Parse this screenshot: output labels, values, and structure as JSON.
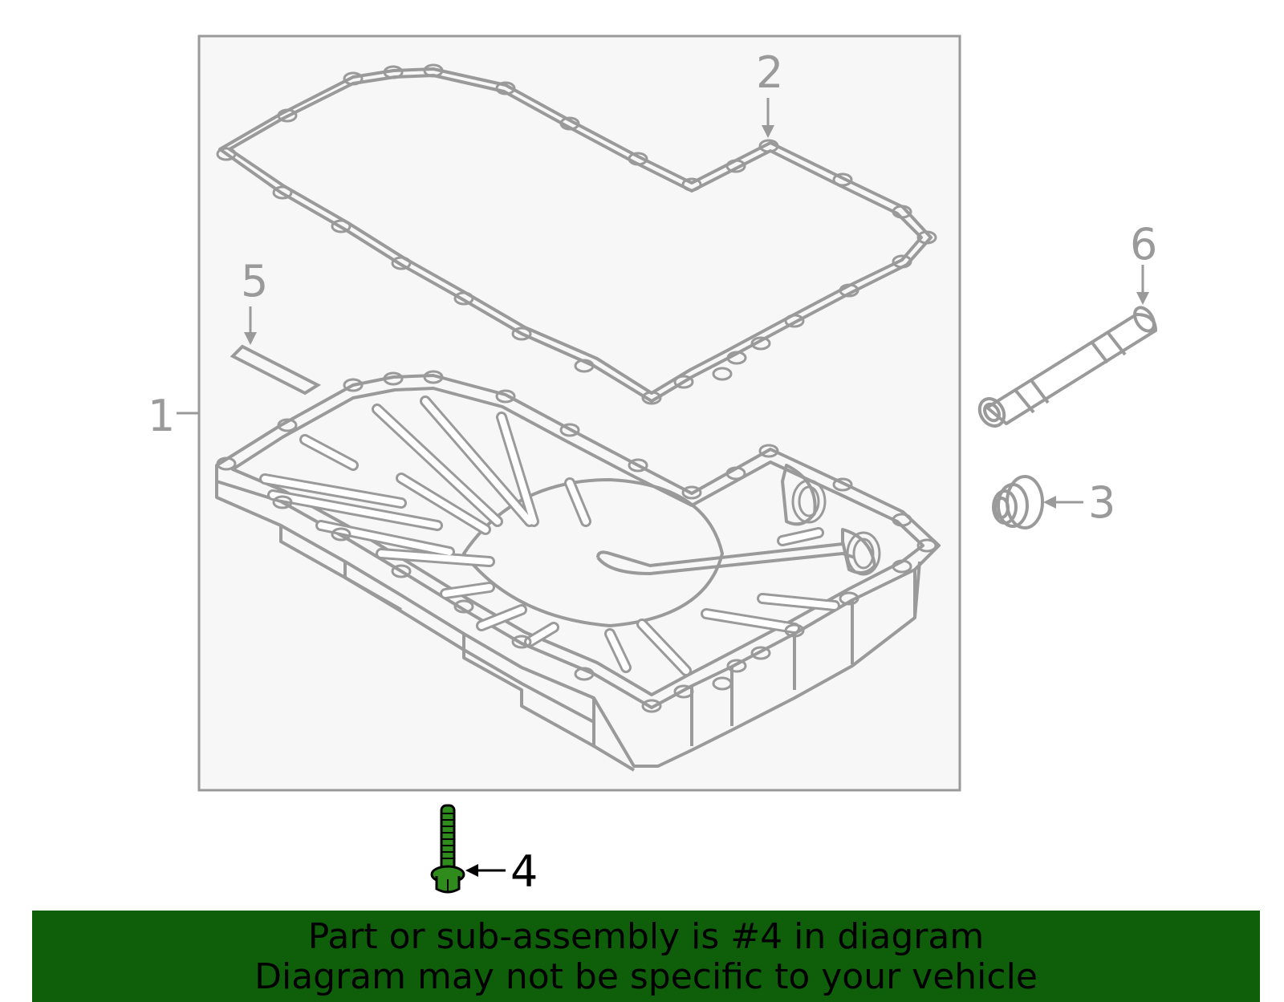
{
  "callouts": {
    "c1": "1",
    "c2": "2",
    "c3": "3",
    "c4": "4",
    "c5": "5",
    "c6": "6"
  },
  "highlighted_part": "4",
  "colors": {
    "line": "#9a9a9a",
    "panel_bg": "#f7f7f7",
    "highlight": "#2e8b1c",
    "banner_bg": "#0f5e0a"
  },
  "banner": {
    "line1": "Part or sub-assembly is #4 in diagram",
    "line2": "Diagram may not be specific to your vehicle"
  }
}
